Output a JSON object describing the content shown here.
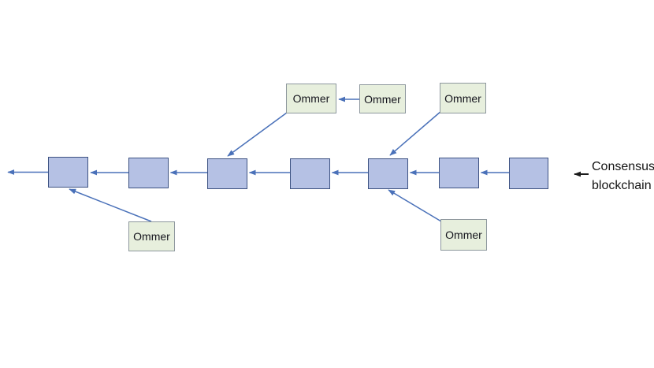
{
  "diagram": {
    "type": "blockchain-with-ommers",
    "labels": {
      "ommer": "Ommer"
    },
    "annotation": {
      "line1": "Consensus",
      "line2": "blockchain"
    },
    "chain": {
      "block_count": 7,
      "arrow_direction": "left"
    },
    "ommers": [
      {
        "label": "Ommer",
        "position": "top-left",
        "points_to": "chain-block-3"
      },
      {
        "label": "Ommer",
        "position": "top-middle",
        "points_to": "ommer-top-left"
      },
      {
        "label": "Ommer",
        "position": "top-right",
        "points_to": "chain-block-5"
      },
      {
        "label": "Ommer",
        "position": "bottom-left",
        "points_to": "chain-block-1"
      },
      {
        "label": "Ommer",
        "position": "bottom-right",
        "points_to": "chain-block-5"
      }
    ],
    "colors": {
      "block_fill": "#b5c1e4",
      "block_border": "#3d5282",
      "ommer_fill": "#e7efdd",
      "ommer_border": "#8d979d",
      "arrow_blue": "#4a71b9",
      "arrow_black": "#1a1a1a",
      "text": "#141414",
      "background": "#ffffff"
    }
  }
}
